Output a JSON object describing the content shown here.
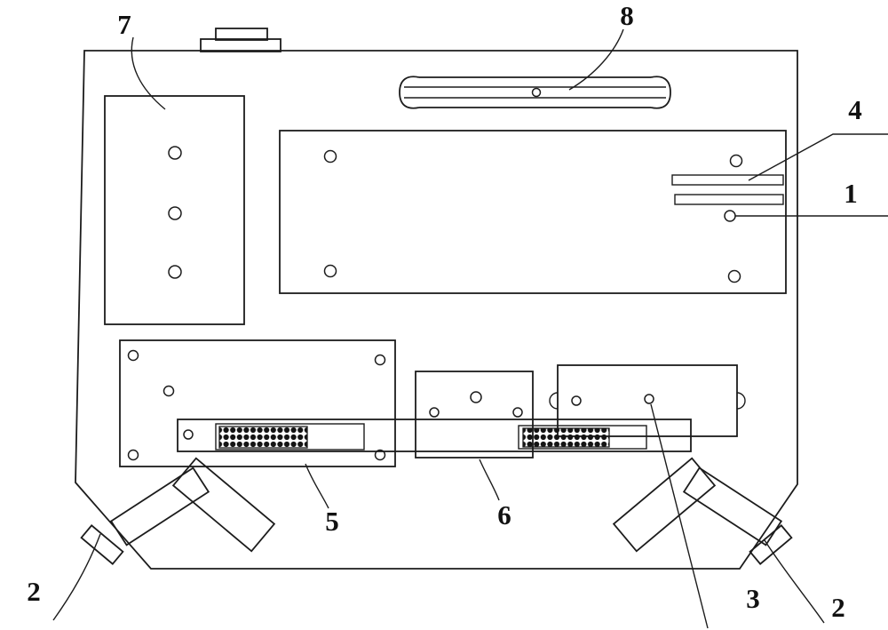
{
  "diagram": {
    "background_color": "#ffffff",
    "line_color": "#1c1c1c",
    "callouts": {
      "c1": "1",
      "c2_left": "2",
      "c2_right": "2",
      "c3": "3",
      "c4": "4",
      "c5": "5",
      "c6": "6",
      "c7": "7",
      "c8": "8"
    }
  }
}
